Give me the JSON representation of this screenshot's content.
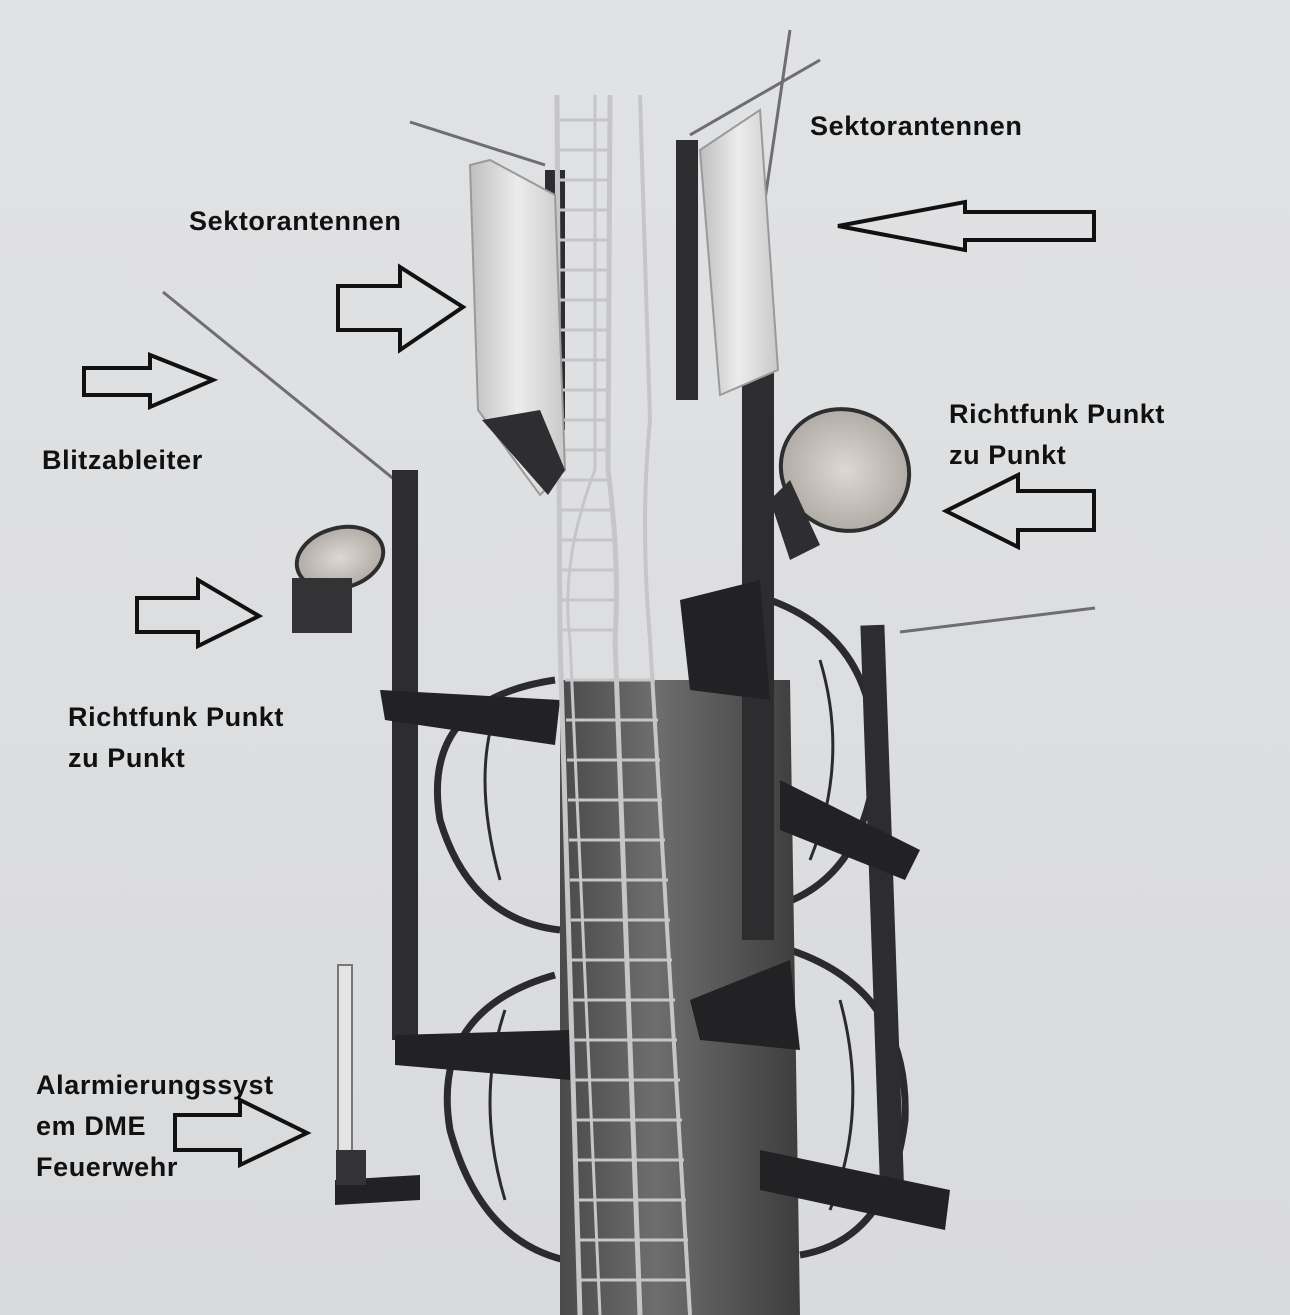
{
  "annotations": {
    "sektor_right": "Sektorantennen",
    "sektor_left": "Sektorantennen",
    "blitz": "Blitzableiter",
    "richtfunk_right": [
      "Richtfunk Punkt",
      "zu Punkt"
    ],
    "richtfunk_left": [
      "Richtfunk Punkt",
      "zu Punkt"
    ],
    "alarm": [
      "Alarmierungssyst",
      "em DME",
      "Feuerwehr"
    ]
  },
  "colors": {
    "sky": "#dfe0e2",
    "mast": "#5b5b5c",
    "steel": "#2a2a2c",
    "ladder": "#c9c9cc",
    "antenna_panel": "#e6e6e6",
    "text": "#111111"
  }
}
